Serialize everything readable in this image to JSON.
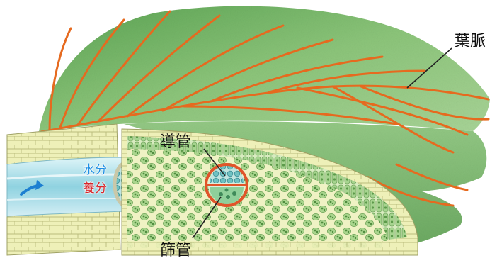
{
  "labels": {
    "leaf_vein": "葉脈",
    "xylem": "導管",
    "water": "水分",
    "nutrients": "養分",
    "phloem": "篩管"
  },
  "colors": {
    "vein": "#e66a1f",
    "leaf": "#7dbb6a",
    "leaf_dark": "#4e9548",
    "tissue_bg": "#eef0b8",
    "water_text": "#1f8fe3",
    "nutrient_text": "#d8262a",
    "highlight_ring": "#e0542a"
  },
  "icons": {
    "flow_arrow": "arrow-right-icon"
  }
}
